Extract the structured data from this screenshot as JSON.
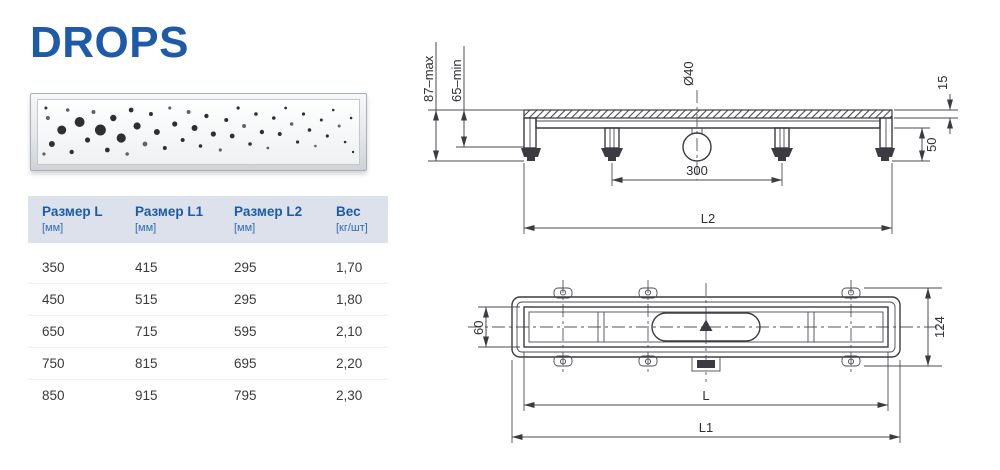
{
  "title": "DROPS",
  "table": {
    "columns": [
      {
        "label": "Размер L",
        "unit": "[мм]"
      },
      {
        "label": "Размер L1",
        "unit": "[мм]"
      },
      {
        "label": "Размер L2",
        "unit": "[мм]"
      },
      {
        "label": "Вес",
        "unit": "[кг/шт]"
      }
    ],
    "rows": [
      [
        "350",
        "415",
        "295",
        "1,70"
      ],
      [
        "450",
        "515",
        "295",
        "1,80"
      ],
      [
        "650",
        "715",
        "595",
        "2,10"
      ],
      [
        "750",
        "815",
        "695",
        "2,20"
      ],
      [
        "850",
        "915",
        "795",
        "2,30"
      ]
    ]
  },
  "side_view": {
    "dim_height_max": "87–max",
    "dim_height_min": "65–min",
    "dim_outlet_diameter": "Ø40",
    "dim_grate_height": "15",
    "dim_trap_height": "50",
    "dim_outlet_offset": "300",
    "dim_length": "L2"
  },
  "top_view": {
    "dim_channel_width": "60",
    "dim_overall_width": "124",
    "dim_length_l": "L",
    "dim_length_l1": "L1"
  },
  "colors": {
    "brand_blue": "#1d5ba8",
    "header_bg": "#dce1ec",
    "line": "#3b3b41"
  }
}
